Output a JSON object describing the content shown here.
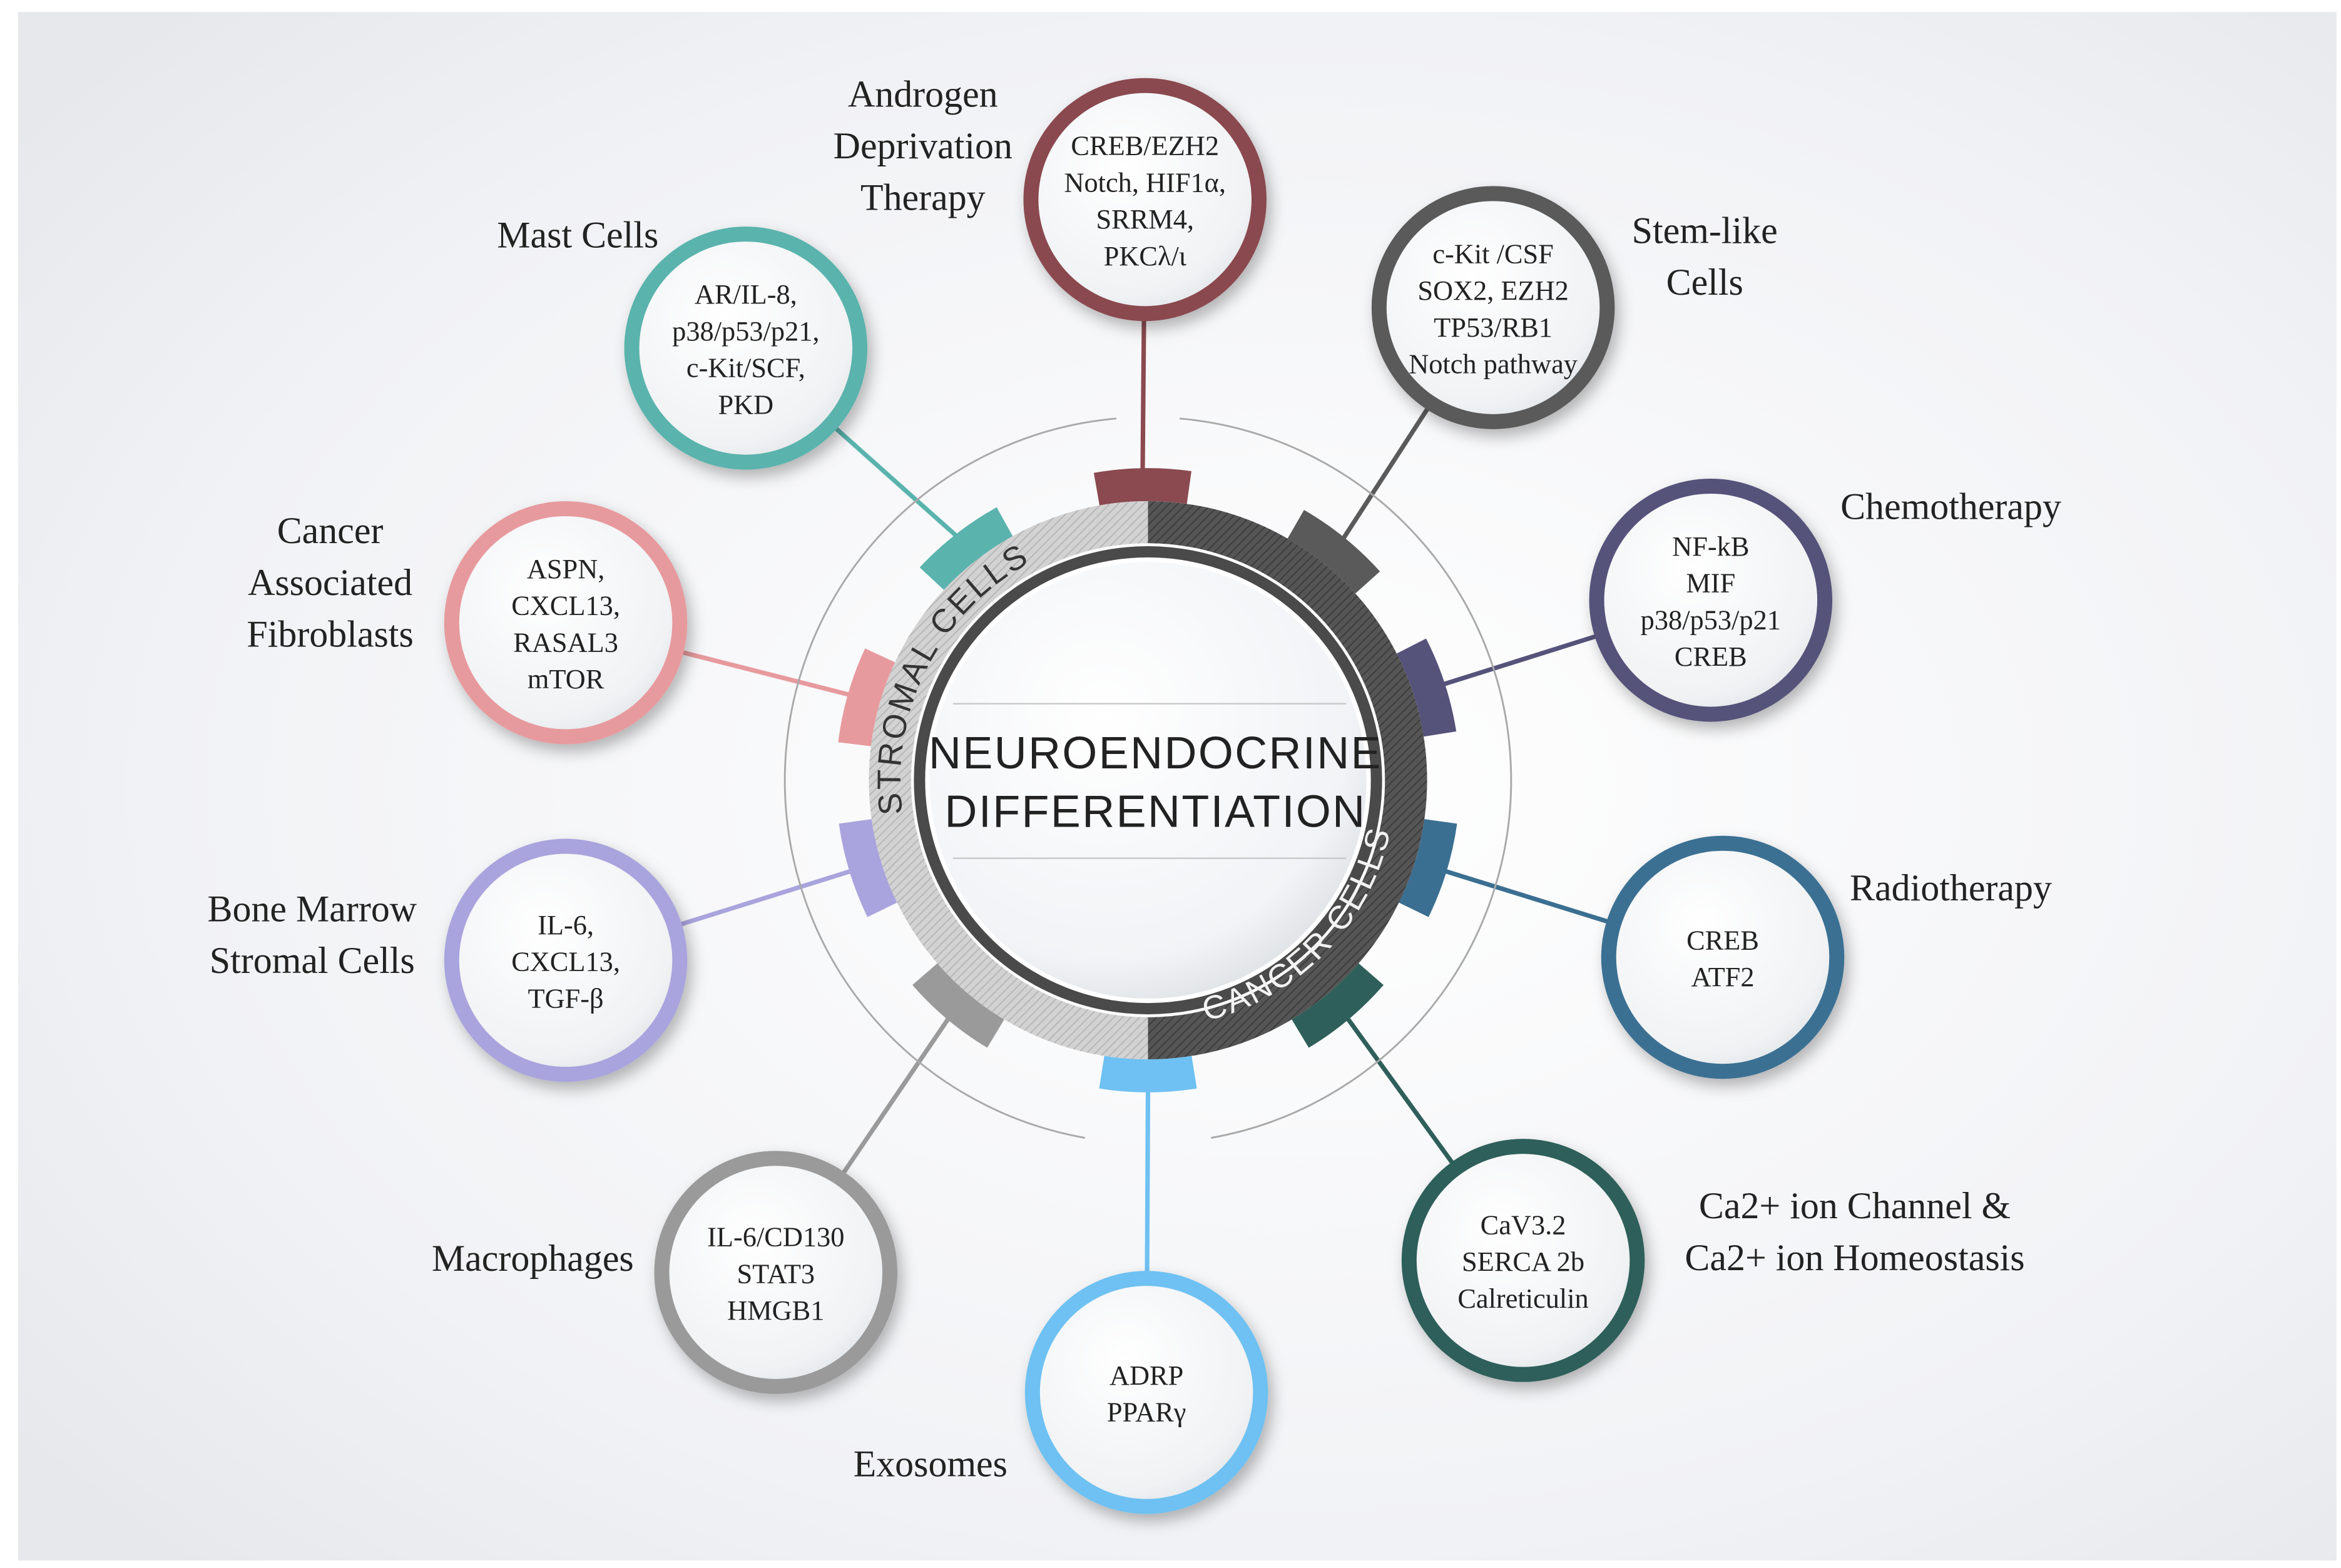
{
  "center": {
    "line1": "NEUROENDOCRINE",
    "line2": "DIFFERENTIATION"
  },
  "ring": {
    "stromal_label": "STROMAL CELLS",
    "cancer_label": "CANCER CELLS"
  },
  "nodes": [
    {
      "id": "androgen",
      "label": [
        "Androgen",
        "Deprivation",
        "Therapy"
      ],
      "items": [
        "CREB/EZH2",
        "Notch, HIF1α,",
        "SRRM4,",
        "PKCλ/ι"
      ],
      "color": "#8a4a50"
    },
    {
      "id": "stem",
      "label": [
        "Stem-like",
        "Cells"
      ],
      "items": [
        "c-Kit /CSF",
        "SOX2, EZH2",
        "TP53/RB1",
        "Notch pathway"
      ],
      "color": "#5a5a5a"
    },
    {
      "id": "chemo",
      "label": [
        "Chemotherapy"
      ],
      "items": [
        "NF-kB",
        "MIF",
        "p38/p53/p21",
        "CREB"
      ],
      "color": "#55537a"
    },
    {
      "id": "radio",
      "label": [
        "Radiotherapy"
      ],
      "items": [
        "CREB",
        "ATF2"
      ],
      "color": "#3b6f92"
    },
    {
      "id": "ca",
      "label": [
        "Ca2+ ion Channel &",
        "Ca2+ ion Homeostasis"
      ],
      "items": [
        "CaV3.2",
        "SERCA 2b",
        "Calreticulin"
      ],
      "color": "#2f5f5a"
    },
    {
      "id": "exosomes",
      "label": [
        "Exosomes"
      ],
      "items": [
        "ADRP",
        "PPARγ"
      ],
      "color": "#6ec1f2"
    },
    {
      "id": "macrophages",
      "label": [
        "Macrophages"
      ],
      "items": [
        "IL-6/CD130",
        "STAT3",
        "HMGB1"
      ],
      "color": "#9a9a9a"
    },
    {
      "id": "bone",
      "label": [
        "Bone Marrow",
        "Stromal Cells"
      ],
      "items": [
        "IL-6,",
        "CXCL13,",
        "TGF-β"
      ],
      "color": "#a9a4dd"
    },
    {
      "id": "caf",
      "label": [
        "Cancer",
        "Associated",
        "Fibroblasts"
      ],
      "items": [
        "ASPN,",
        "CXCL13,",
        "RASAL3",
        "mTOR"
      ],
      "color": "#e79a9e"
    },
    {
      "id": "mast",
      "label": [
        "Mast Cells"
      ],
      "items": [
        "AR/IL-8,",
        "p38/p53/p21,",
        "c-Kit/SCF,",
        "PKD"
      ],
      "color": "#5ab3ad"
    }
  ]
}
